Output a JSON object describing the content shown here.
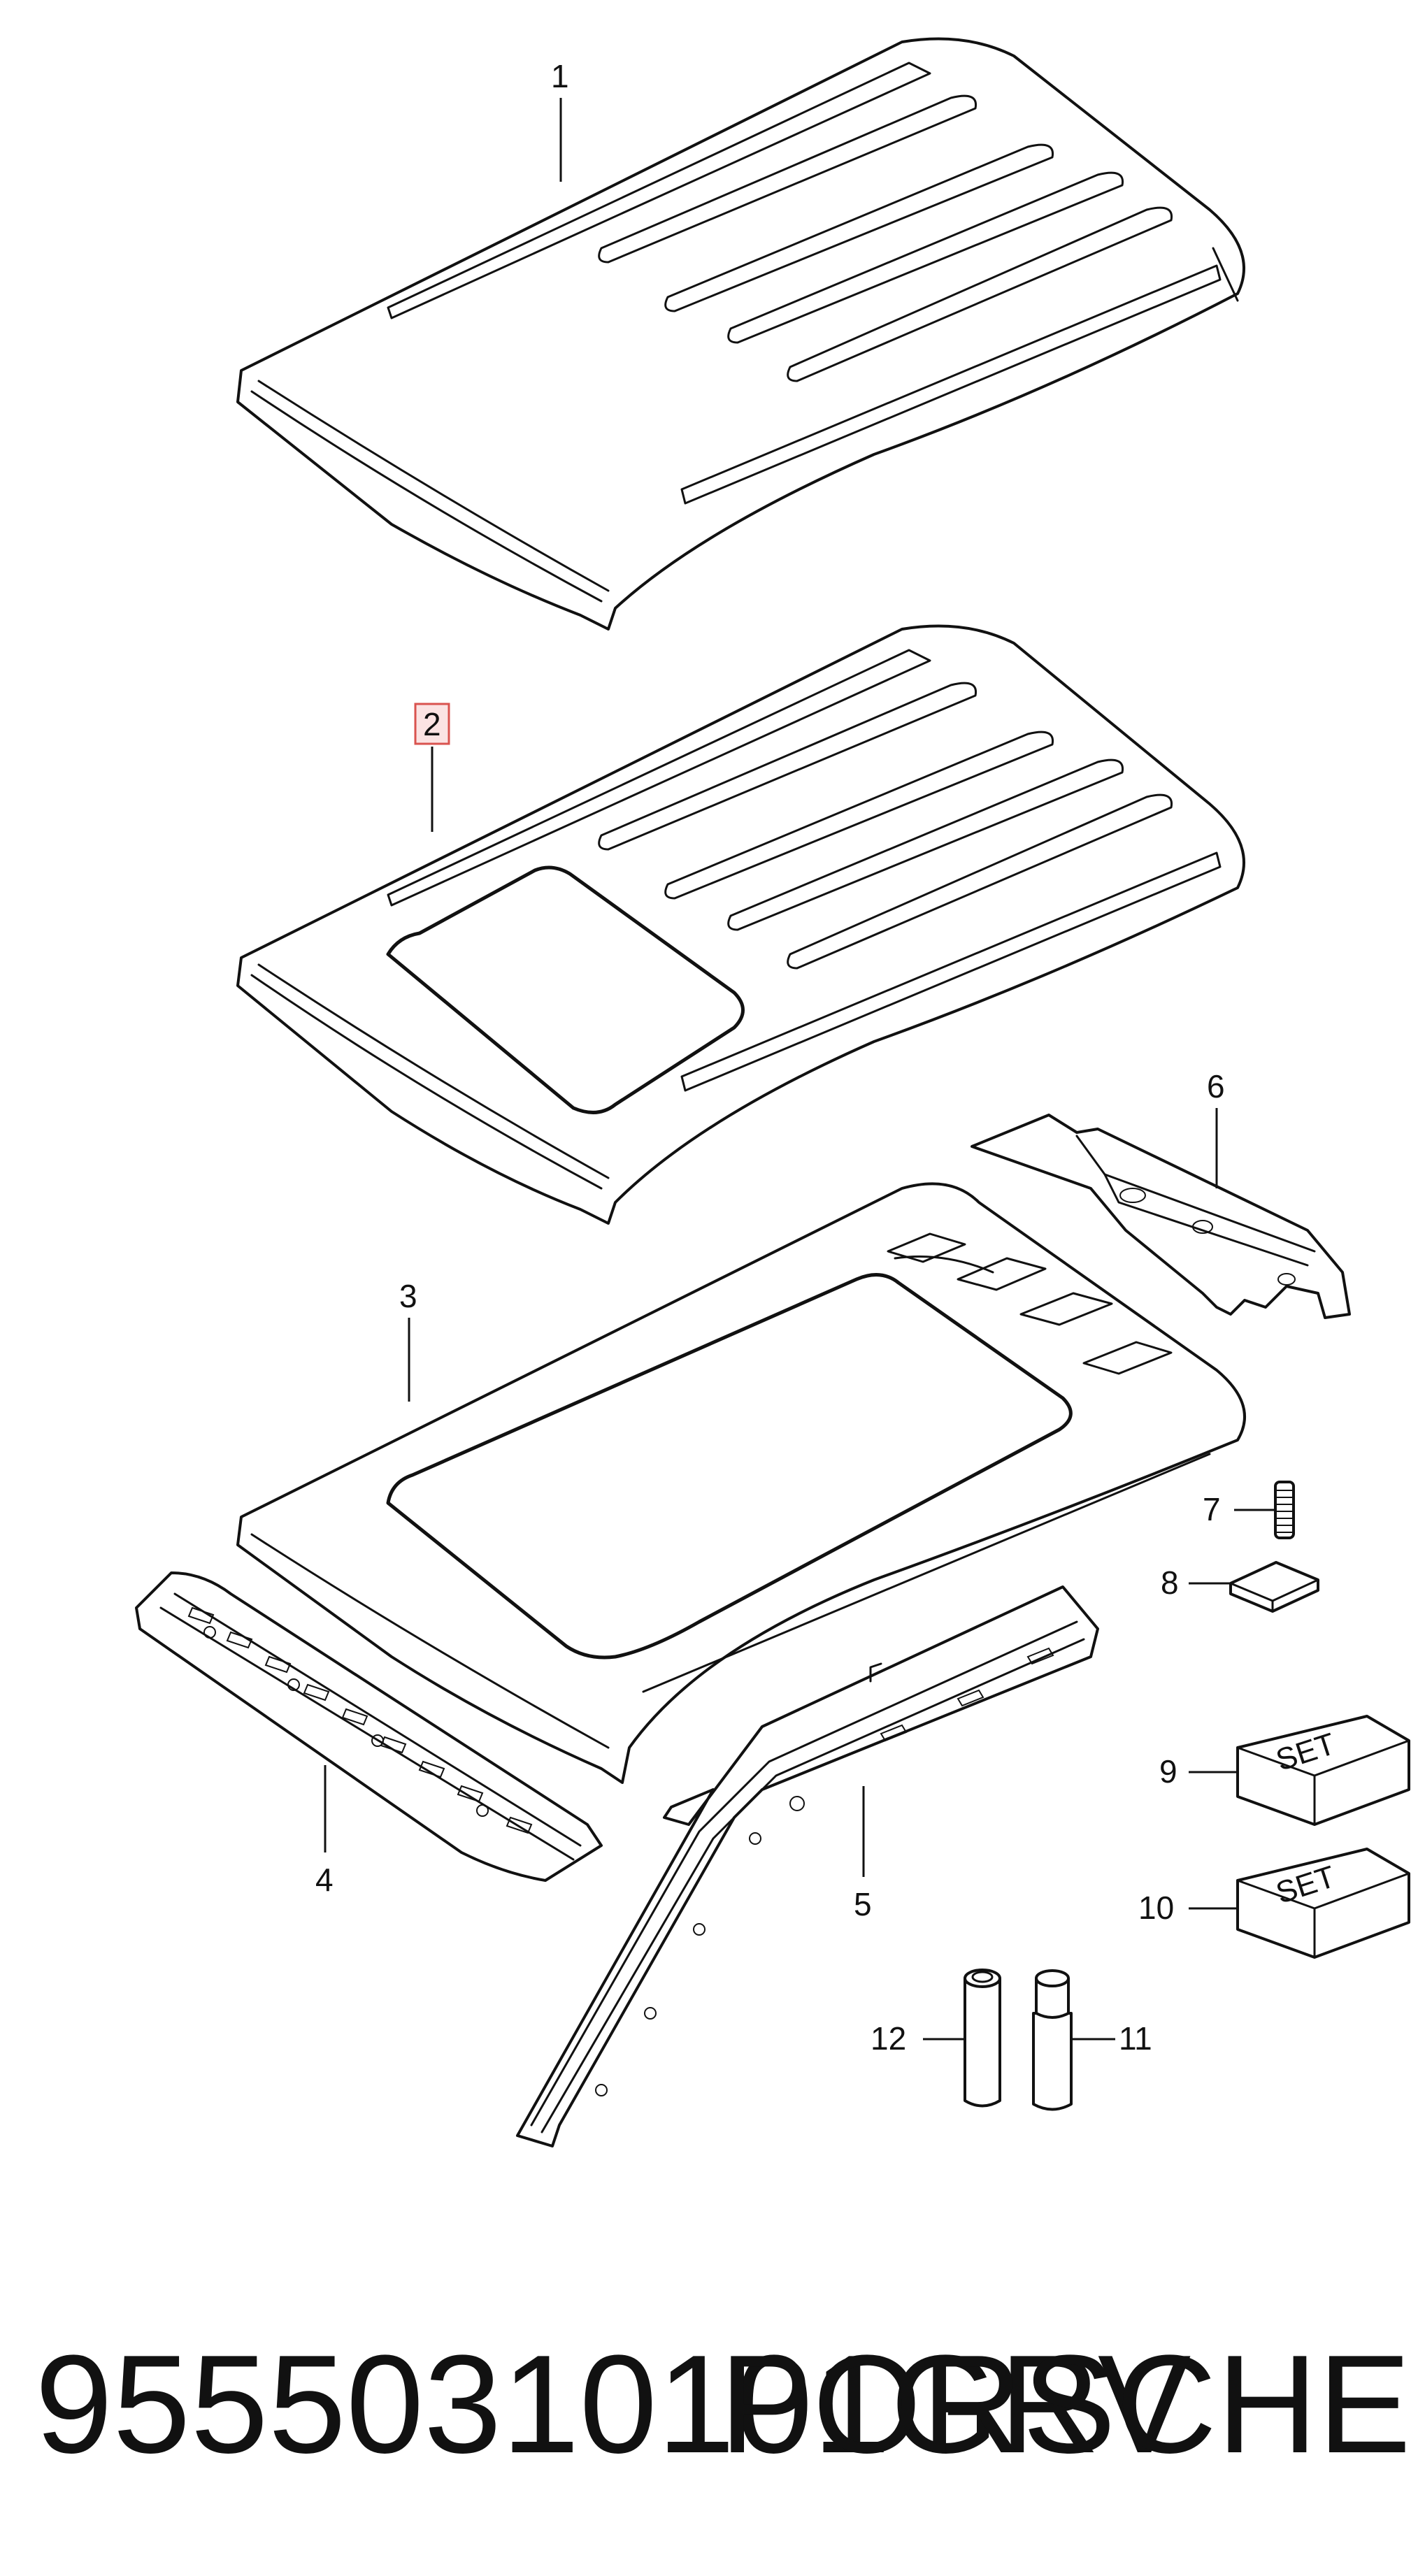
{
  "diagram": {
    "callouts": [
      {
        "id": "1",
        "label": "1",
        "highlighted": false
      },
      {
        "id": "2",
        "label": "2",
        "highlighted": true
      },
      {
        "id": "3",
        "label": "3",
        "highlighted": false
      },
      {
        "id": "4",
        "label": "4",
        "highlighted": false
      },
      {
        "id": "5",
        "label": "5",
        "highlighted": false
      },
      {
        "id": "6",
        "label": "6",
        "highlighted": false
      },
      {
        "id": "7",
        "label": "7",
        "highlighted": false
      },
      {
        "id": "8",
        "label": "8",
        "highlighted": false
      },
      {
        "id": "9",
        "label": "9",
        "highlighted": false
      },
      {
        "id": "10",
        "label": "10",
        "highlighted": false
      },
      {
        "id": "11",
        "label": "11",
        "highlighted": false
      },
      {
        "id": "12",
        "label": "12",
        "highlighted": false
      }
    ],
    "set_boxes": [
      {
        "label": "SET"
      },
      {
        "label": "SET"
      }
    ],
    "highlight_color": "#d9534f"
  },
  "footer": {
    "part_number": "95550310101GRV",
    "brand": "PORSCHE"
  }
}
